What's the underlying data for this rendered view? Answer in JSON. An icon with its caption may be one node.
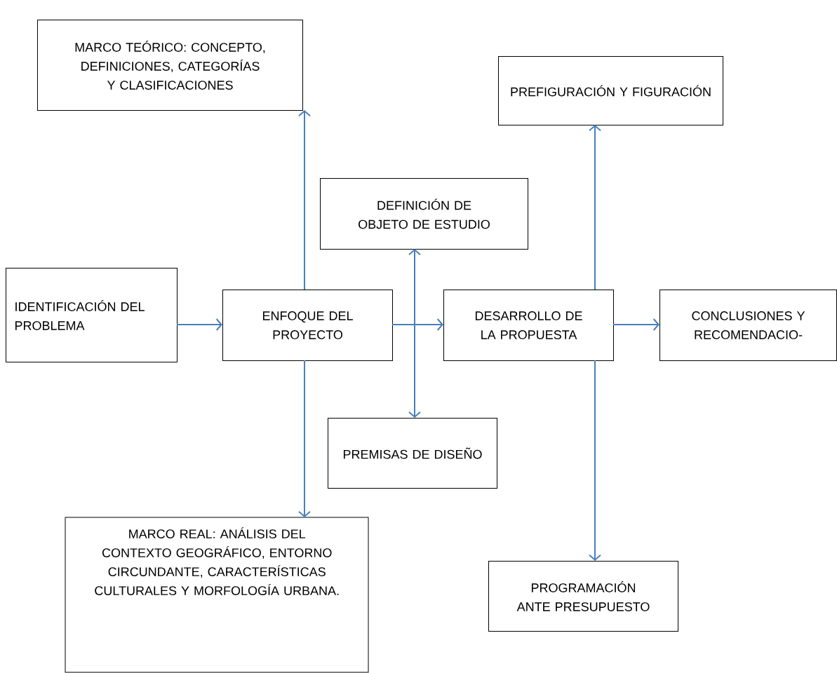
{
  "diagram": {
    "nodes": [
      {
        "text": [
          "MARCO TEÓRICO: CONCEPTO, DEFINICIONES, CATEGORÍAS Y CLASIFICACIONES"
        ]
      },
      {
        "text": [
          "PREFIGURACIÓN Y FIGURACIÓN"
        ]
      },
      {
        "text": [
          "DEFINICIÓN DE OBJETO DE ESTUDIO"
        ]
      },
      {
        "text": [
          "IDENTIFICACIÓN DEL PROBLEMA"
        ]
      },
      {
        "text": [
          "ENFOQUE DEL PROYECTO"
        ]
      },
      {
        "text": [
          "DESARROLLO DE LA PROPUESTA"
        ]
      },
      {
        "text": [
          "CONCLUSIONES Y RECOMENDACIO-"
        ]
      },
      {
        "text": [
          "PREMISAS DE DISEÑO"
        ]
      },
      {
        "text": [
          "MARCO REAL: ANÁLISIS DEL CONTEXTO GEOGRÁFICO, ENTORNO CIRCUNDANTE, CARACTERÍSTICAS CULTURALES Y MORFOLOGÍA URBANA."
        ]
      },
      {
        "text": [
          "PROGRAMACIÓN ANTE PRESUPUESTO"
        ]
      }
    ],
    "edges": [
      {
        "from": 3,
        "to": 4,
        "arrow": "to"
      },
      {
        "from": 4,
        "to": 5,
        "arrow": "to"
      },
      {
        "from": 5,
        "to": 6,
        "arrow": "to"
      },
      {
        "from": 4,
        "to": 0,
        "arrow": "to"
      },
      {
        "from": 4,
        "to": 8,
        "arrow": "to"
      },
      {
        "from": 5,
        "to": 1,
        "arrow": "to"
      },
      {
        "from": 5,
        "to": 9,
        "arrow": "to"
      },
      {
        "from": 2,
        "to": 7,
        "arrow": "both"
      }
    ]
  }
}
